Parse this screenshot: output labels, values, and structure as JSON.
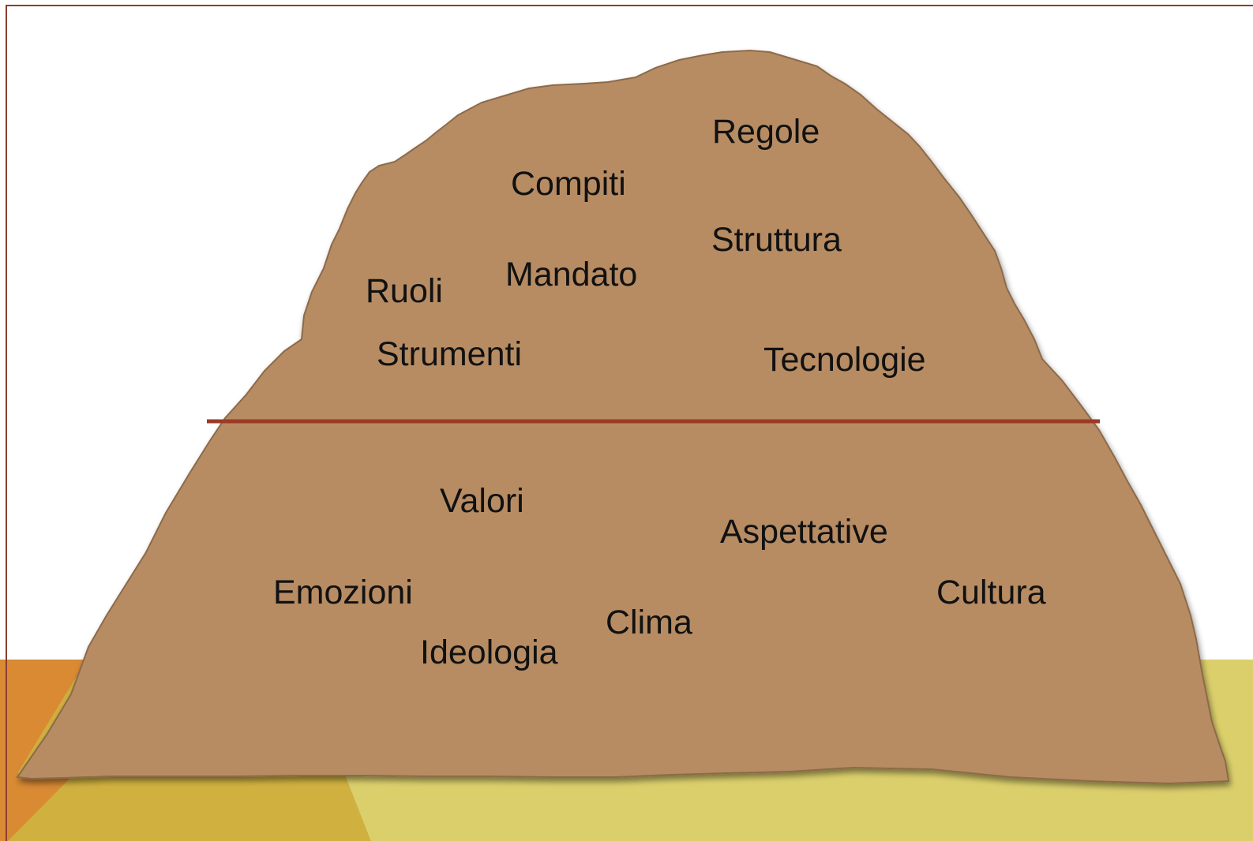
{
  "colors": {
    "rock_fill": "#b78c63",
    "rock_outline": "#8d6a48",
    "waterline": "#9b3a26",
    "frame": "#8a3f2e",
    "band_orange": "#d98a33",
    "band_gold": "#d0b140",
    "band_yellow": "#dbcf6c",
    "text": "#111111"
  },
  "above_waterline": {
    "regole": "Regole",
    "compiti": "Compiti",
    "struttura": "Struttura",
    "mandato": "Mandato",
    "ruoli": "Ruoli",
    "strumenti": "Strumenti",
    "tecnologie": "Tecnologie"
  },
  "below_waterline": {
    "valori": "Valori",
    "aspettative": "Aspettative",
    "emozioni": "Emozioni",
    "cultura": "Cultura",
    "clima": "Clima",
    "ideologia": "Ideologia"
  }
}
